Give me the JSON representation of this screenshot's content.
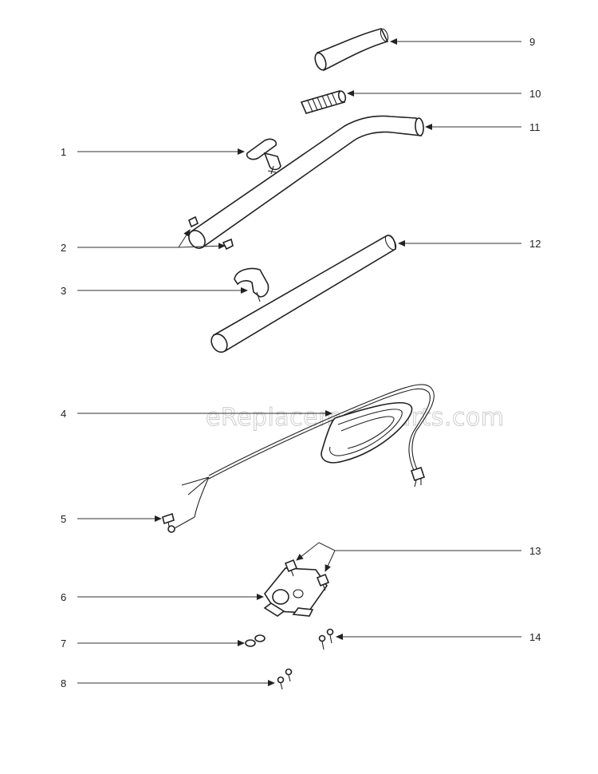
{
  "watermark": "eReplacementParts.com",
  "callouts": {
    "p1": "1",
    "p2": "2",
    "p3": "3",
    "p4": "4",
    "p5": "5",
    "p6": "6",
    "p7": "7",
    "p8": "8",
    "p9": "9",
    "p10": "10",
    "p11": "11",
    "p12": "12",
    "p13": "13",
    "p14": "14"
  },
  "colors": {
    "line": "#222222",
    "watermark": "#c9c9c9",
    "background": "#ffffff"
  }
}
